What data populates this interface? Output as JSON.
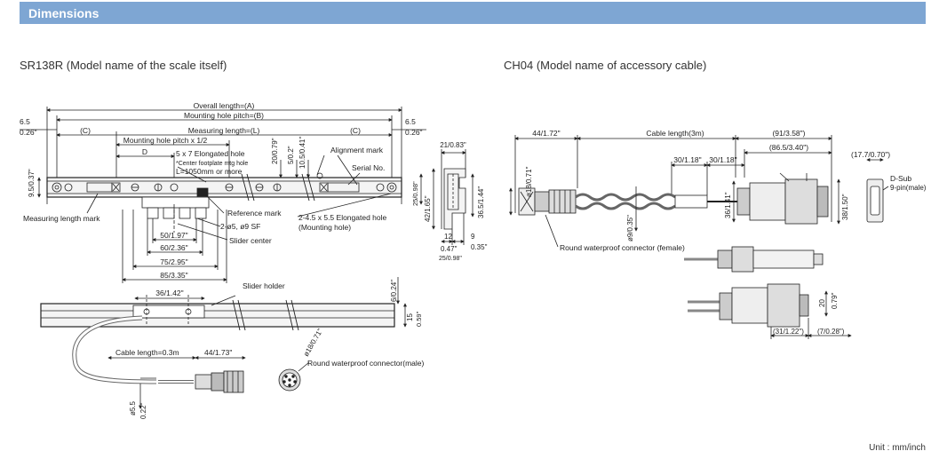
{
  "header": {
    "title": "Dimensions"
  },
  "left": {
    "title": "SR138R (Model name of the scale itself)",
    "labels": {
      "overall": "Overall length=(A)",
      "mount_pitch": "Mounting hole pitch=(B)",
      "meas_len": "Measuring length=(L)",
      "c_left": "(C)",
      "c_right": "(C)",
      "side_left_a": "6.5",
      "side_left_b": "0.26\"",
      "side_right_a": "6.5",
      "side_right_b": "0.26\"",
      "pitch_half": "Mounting hole pitch x 1/2",
      "d": "D",
      "elong1": "5 x 7 Elongated hole",
      "elong2": "*Center footplate mtg hole",
      "elong3": "L=1050mm or more",
      "h_left": "9.5/0.37\"",
      "v_20": "20/0.79\"",
      "v_5": "5/0.2\"",
      "v_105": "10.5/0.41\"",
      "align": "Alignment mark",
      "serial": "Serial No.",
      "meas_mark": "Measuring length mark",
      "ref_mark": "Reference mark",
      "holes_2": "2-ø5, ø9 SF",
      "elong_mount1": "2-4.5 x 5.5 Elongated hole",
      "elong_mount2": "(Mounting hole)",
      "slider_center": "Slider center",
      "d50": "50/1.97\"",
      "d60": "60/2.36\"",
      "d75": "75/2.95\"",
      "d85": "85/3.35\"",
      "side_21": "21/0.83\"",
      "side_25": "25/0.98\"",
      "side_42": "42/1.65\"",
      "side_365": "36.5/1.44\"",
      "side_12": "12",
      "side_9": "9",
      "side_047": "0.47\"",
      "side_035": "0.35\"",
      "side_2598": "25/0.98\"",
      "holder_36": "36/1.42\"",
      "slider_holder": "Slider holder",
      "holder_6": "6/0.24\"",
      "holder_15": "15",
      "holder_059": "0.59\"",
      "cable_len": "Cable length=0.3m",
      "cable_44": "44/1.73\"",
      "conn_male": "Round waterproof connector(male)",
      "conn_18": "ø18/0.71\"",
      "dia_55": "ø5.5",
      "dia_022": "0.22\""
    }
  },
  "right": {
    "title": "CH04 (Model name of accessory cable)",
    "labels": {
      "len_44": "44/1.72\"",
      "cable_len": "Cable length(3m)",
      "len_91": "(91/3.58\")",
      "len_865": "(86.5/3.40\")",
      "len_30a": "30/1.18\"",
      "len_30b": "30/1.18\"",
      "len_177": "(17.7/0.70\")",
      "dsub1": "D-Sub",
      "dsub2": "9-pin(male)",
      "d_18": "ø18/0.71\"",
      "d_035": "ø9/0.35\"",
      "d_36": "36/1.41\"",
      "d_38": "38/1.50\"",
      "conn_female": "Round waterproof connector (female)",
      "d_20": "20",
      "d_079": "0.79\"",
      "d_31": "(31/1.22\")",
      "d_7": "(7/0.28\")"
    }
  },
  "footer": {
    "unit": "Unit : mm/inch"
  }
}
